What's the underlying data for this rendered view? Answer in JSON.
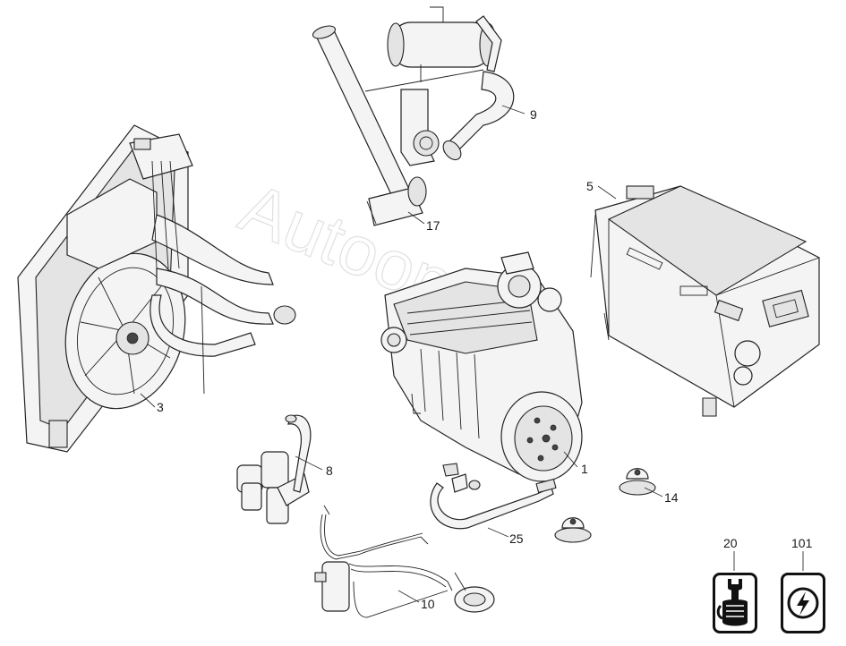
{
  "watermark": "Autoops.ru",
  "callouts": {
    "c1": "1",
    "c3": "3",
    "c5": "5",
    "c8": "8",
    "c9": "9",
    "c10": "10",
    "c14": "14",
    "c17": "17",
    "c25": "25"
  },
  "icons": {
    "service": {
      "number": "20",
      "icon": "mechanic-fist-wrench-icon"
    },
    "electrical": {
      "number": "101",
      "icon": "lightning-bolt-icon"
    }
  }
}
